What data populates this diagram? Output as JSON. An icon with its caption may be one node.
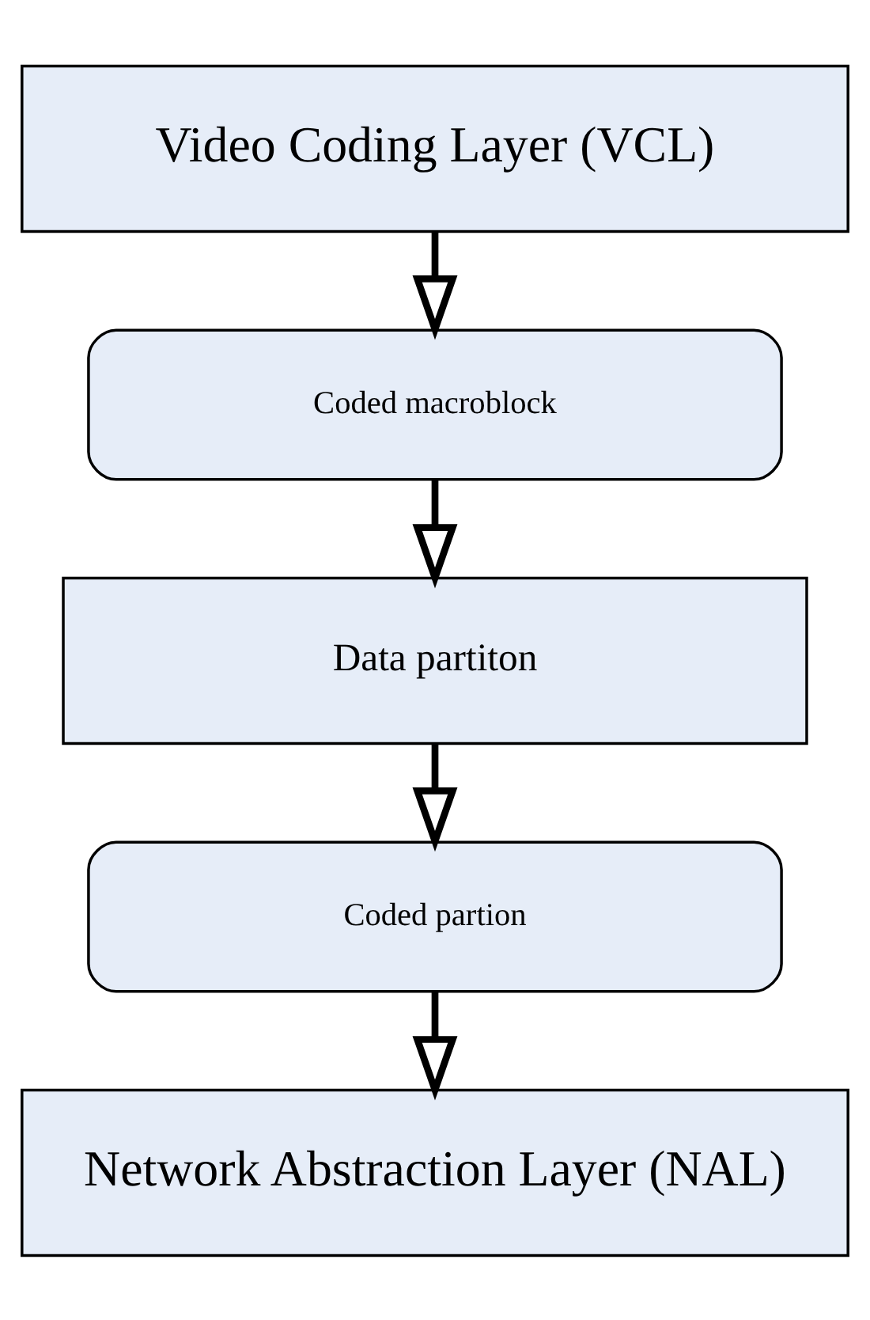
{
  "diagram": {
    "nodes": [
      {
        "text": [
          "Video Coding Layer (VCL)"
        ]
      },
      {
        "text": [
          "Coded macroblock"
        ]
      },
      {
        "text": [
          "Data partiton"
        ]
      },
      {
        "text": [
          "Coded partion"
        ]
      },
      {
        "text": [
          "Network Abstraction Layer (NAL)"
        ]
      }
    ],
    "edges": [
      {
        "from": 0,
        "to": 1,
        "arrow": "to"
      },
      {
        "from": 1,
        "to": 2,
        "arrow": "to"
      },
      {
        "from": 2,
        "to": 3,
        "arrow": "to"
      },
      {
        "from": 3,
        "to": 4,
        "arrow": "to"
      }
    ]
  }
}
